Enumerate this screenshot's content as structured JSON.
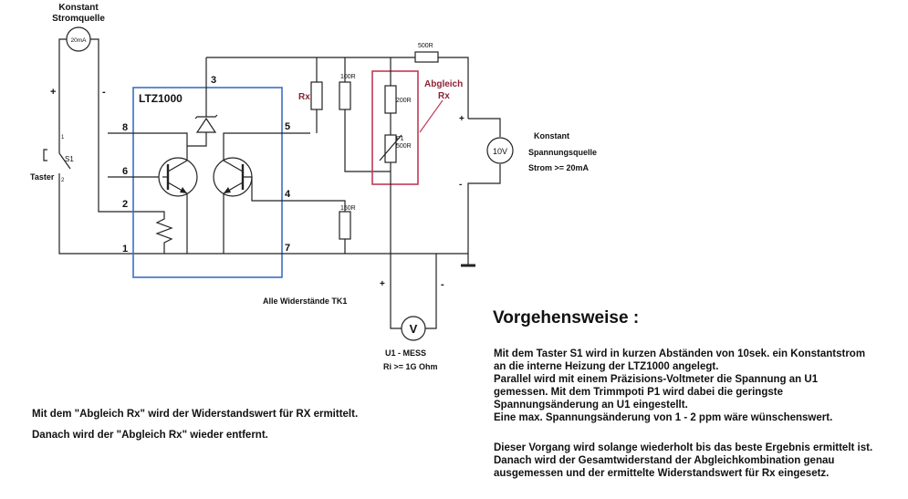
{
  "diagram": {
    "source": {
      "title_line1": "Konstant",
      "title_line2": "Stromquelle",
      "value": "20mA"
    },
    "polarity": {
      "plus": "+",
      "minus": "-"
    },
    "switch": {
      "label": "S1",
      "name": "Taster",
      "pin1": "1",
      "pin2": "2"
    },
    "ic": {
      "label": "LTZ1000",
      "pins": [
        "8",
        "6",
        "2",
        "1",
        "3",
        "5",
        "4",
        "7"
      ]
    },
    "resistors": {
      "rx": "Rx",
      "r100": "100R",
      "r500": "500R",
      "r200": "200R",
      "p1_name": "P1",
      "p1_value": "500R",
      "r150": "150R"
    },
    "abgleich": {
      "line1": "Abgleich",
      "line2": "Rx"
    },
    "voltage_source": {
      "value": "10V",
      "line1": "Konstant",
      "line2": "Spannungsquelle",
      "line3": "Strom >= 20mA"
    },
    "meter": {
      "symbol": "V",
      "name": "U1 - MESS",
      "spec": "Ri >= 1G Ohm"
    },
    "note": "Alle Widerstände TK1"
  },
  "left_text": {
    "line1": "Mit dem \"Abgleich Rx\" wird der Widerstandswert für RX ermittelt.",
    "line2": "Danach wird der \"Abgleich Rx\" wieder entfernt."
  },
  "procedure": {
    "heading": "Vorgehensweise :",
    "para1": [
      "Mit dem Taster S1 wird in kurzen Abständen von 10sek. ein Konstantstrom",
      "an die interne Heizung der LTZ1000 angelegt.",
      "Parallel wird mit einem Präzisions-Voltmeter die Spannung an U1",
      "gemessen. Mit dem Trimmpoti P1 wird dabei die geringste",
      "Spannungsänderung an U1 eingestellt.",
      "Eine max. Spannungsänderung von 1 - 2 ppm wäre wünschenswert."
    ],
    "para2": [
      "Dieser Vorgang wird solange wiederholt bis das beste Ergebnis ermittelt ist.",
      "Danach wird der Gesamtwiderstand der Abgleichkombination genau",
      "ausgemessen und der ermittelte Widerstandswert für Rx eingesetz."
    ]
  },
  "colors": {
    "ic_box": "#3b6fc4",
    "abgleich": "#c23a55",
    "wire": "#222222"
  }
}
